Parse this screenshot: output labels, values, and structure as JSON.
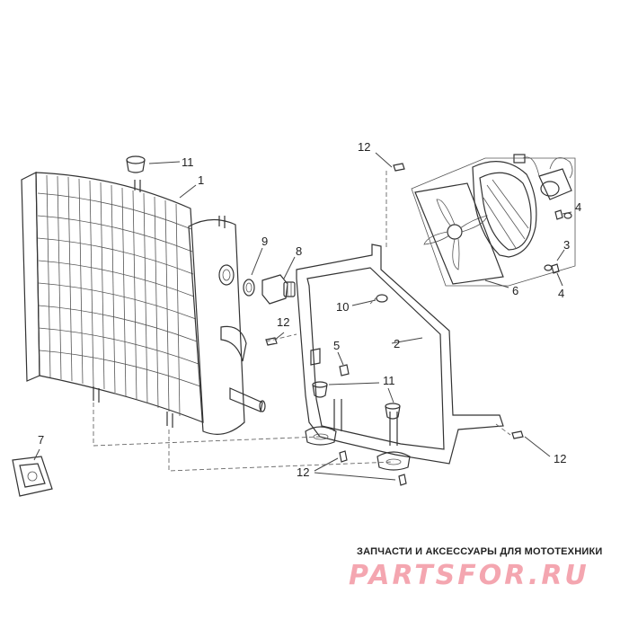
{
  "callouts": {
    "c1": "1",
    "c2": "2",
    "c3": "3",
    "c4a": "4",
    "c4b": "4",
    "c5": "5",
    "c6": "6",
    "c7": "7",
    "c8": "8",
    "c9": "9",
    "c10": "10",
    "c11a": "11",
    "c11b": "11",
    "c12a": "12",
    "c12b": "12",
    "c12c": "12",
    "c12d": "12"
  },
  "watermark": {
    "caption": "ЗАПЧАСТИ И АКСЕССУАРЫ ДЛЯ МОТОТЕХНИКИ",
    "logo_text": "PARTSFOR.RU",
    "logo_color": "#f4a6b0"
  }
}
